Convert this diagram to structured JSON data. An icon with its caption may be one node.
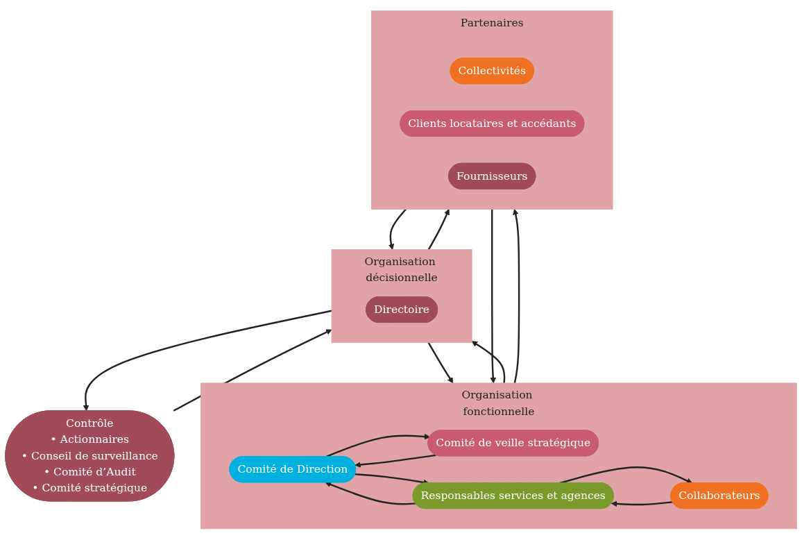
{
  "diagram": {
    "nodes": [
      {
        "text": [
          "Organisation décisionnelle"
        ]
      },
      {
        "text": [
          "Directoire"
        ],
        "in": 0
      },
      {
        "text": [
          "Contrôle",
          "• Actionnaires",
          "• Conseil de surveillance",
          "• Comité d’Audit",
          "• Comité stratégique"
        ]
      },
      {
        "text": [
          "Organisation fonctionnelle"
        ]
      },
      {
        "text": [
          "Comité de Direction"
        ],
        "in": 3
      },
      {
        "text": [
          "Comité de veille stratégique"
        ],
        "in": 3
      },
      {
        "text": [
          "Responsables services et agences"
        ],
        "in": 3
      },
      {
        "text": [
          "Collaborateurs"
        ],
        "in": 3
      },
      {
        "text": [
          "Partenaires"
        ]
      },
      {
        "text": [
          "Collectivités"
        ],
        "in": 8
      },
      {
        "text": [
          "Clients locataires et accédants"
        ],
        "in": 8
      },
      {
        "text": [
          "Fournisseurs"
        ],
        "in": 8
      }
    ],
    "edges": [
      {
        "from": 0,
        "to": 2,
        "arrow": "to"
      },
      {
        "from": 2,
        "to": 0,
        "arrow": "to"
      },
      {
        "from": 3,
        "to": 0,
        "arrow": "to"
      },
      {
        "from": 0,
        "to": 3,
        "arrow": "to"
      },
      {
        "from": 0,
        "to": 8,
        "arrow": "to"
      },
      {
        "from": 8,
        "to": 0,
        "arrow": "to"
      },
      {
        "from": 3,
        "to": 8,
        "arrow": "to"
      },
      {
        "from": 8,
        "to": 3,
        "arrow": "to"
      },
      {
        "from": 5,
        "to": 4,
        "arrow": "to"
      },
      {
        "from": 4,
        "to": 5,
        "arrow": "to"
      },
      {
        "from": 4,
        "to": 6,
        "arrow": "to"
      },
      {
        "from": 6,
        "to": 4,
        "arrow": "to"
      },
      {
        "from": 7,
        "to": 6,
        "arrow": "to"
      },
      {
        "from": 6,
        "to": 7,
        "arrow": "to"
      }
    ]
  }
}
